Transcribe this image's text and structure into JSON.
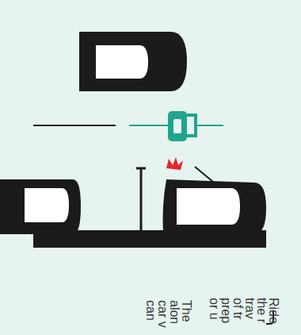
{
  "diagram": {
    "labels": [
      "Ride",
      "the r",
      "trav",
      "of tr",
      "prep",
      "or u",
      "The",
      "alon",
      "car v",
      "can"
    ]
  }
}
